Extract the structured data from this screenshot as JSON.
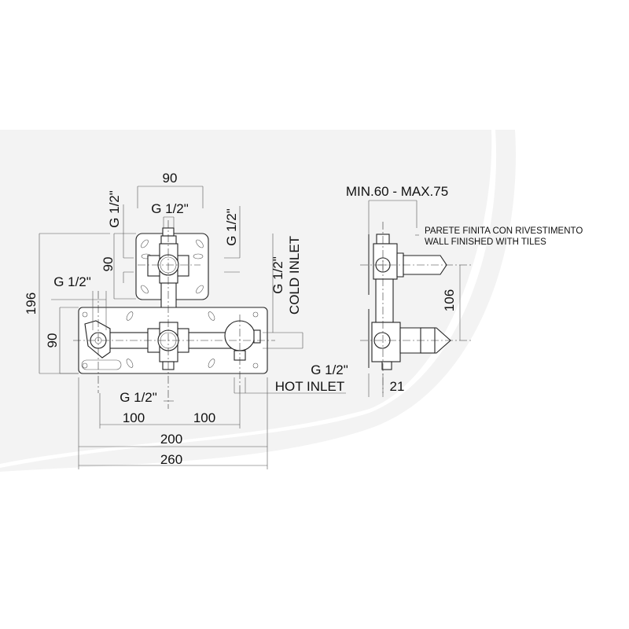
{
  "front_view": {
    "dims": {
      "top_width": "90",
      "top_outlet": "G 1/2\"",
      "left_vertical_thread": "G 1/2\"",
      "right_vertical_thread": "G 1/2\"",
      "top_height": "90",
      "total_height": "196",
      "left_outlet": "G 1/2\"",
      "bottom_height": "90",
      "bottom_outlet": "G 1/2\"",
      "spacing_left": "100",
      "spacing_right": "100",
      "inner_width": "200",
      "total_width": "260"
    },
    "cold_inlet": {
      "thread": "G 1/2\"",
      "label": "COLD INLET"
    },
    "hot_inlet": {
      "thread": "G 1/2\"",
      "label": "HOT INLET"
    }
  },
  "side_view": {
    "depth_range": "MIN.60 - MAX.75",
    "wall_note_it": "PARETE FINITA CON RIVESTIMENTO",
    "wall_note_en": "WALL FINISHED WITH TILES",
    "vertical_spacing": "106",
    "plate_offset": "21"
  }
}
